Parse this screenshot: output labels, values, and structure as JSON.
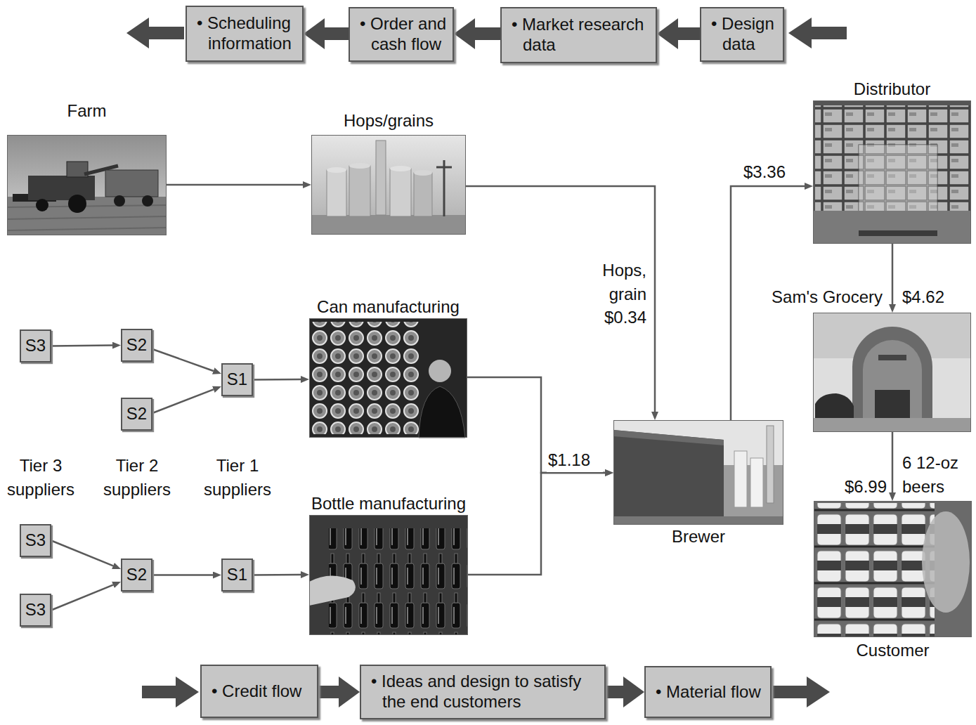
{
  "diagram": {
    "nodes": [
      {
        "text": [
          "• Scheduling information"
        ]
      },
      {
        "text": [
          "• Order and cash flow"
        ]
      },
      {
        "text": [
          "• Market research data"
        ]
      },
      {
        "text": [
          "• Design data"
        ]
      },
      {
        "text": [
          "Farm"
        ]
      },
      {
        "text": [
          "Hops/grains"
        ]
      },
      {
        "text": [
          "Distributor"
        ]
      },
      {
        "text": [
          "S3"
        ]
      },
      {
        "text": [
          "S2"
        ]
      },
      {
        "text": [
          "S2"
        ]
      },
      {
        "text": [
          "S1"
        ]
      },
      {
        "text": [
          "Can manufacturing"
        ]
      },
      {
        "text": [
          "Sam's Grocery"
        ]
      },
      {
        "text": [
          "Brewer"
        ]
      },
      {
        "text": [
          "Bottle manufacturing"
        ]
      },
      {
        "text": [
          "S3"
        ]
      },
      {
        "text": [
          "S3"
        ]
      },
      {
        "text": [
          "S2"
        ]
      },
      {
        "text": [
          "S1"
        ]
      },
      {
        "text": [
          "Customer"
        ]
      },
      {
        "text": [
          "• Credit flow"
        ]
      },
      {
        "text": [
          "• Ideas and design to satisfy the end customers"
        ]
      },
      {
        "text": [
          "• Material flow"
        ]
      }
    ],
    "edges": [
      {
        "from": 3,
        "to": 2,
        "arrow": "to"
      },
      {
        "from": 2,
        "to": 1,
        "arrow": "to"
      },
      {
        "from": 1,
        "to": 0,
        "arrow": "to"
      },
      {
        "from": 4,
        "to": 5,
        "arrow": "to"
      },
      {
        "from": 5,
        "to": 13,
        "label": "Hops, grain $0.34",
        "arrow": "to"
      },
      {
        "from": 7,
        "to": 8,
        "arrow": "to"
      },
      {
        "from": 8,
        "to": 10,
        "arrow": "to"
      },
      {
        "from": 9,
        "to": 10,
        "arrow": "to"
      },
      {
        "from": 10,
        "to": 11,
        "arrow": "to"
      },
      {
        "from": 11,
        "to": 13,
        "label": "$1.18",
        "arrow": "to"
      },
      {
        "from": 15,
        "to": 17,
        "arrow": "to"
      },
      {
        "from": 16,
        "to": 17,
        "arrow": "to"
      },
      {
        "from": 17,
        "to": 18,
        "arrow": "to"
      },
      {
        "from": 18,
        "to": 14,
        "arrow": "to"
      },
      {
        "from": 14,
        "to": 13,
        "arrow": "to"
      },
      {
        "from": 13,
        "to": 6,
        "label": "$3.36",
        "arrow": "to"
      },
      {
        "from": 6,
        "to": 12,
        "label": "$4.62",
        "arrow": "to"
      },
      {
        "from": 12,
        "to": 19,
        "label": "$6.99",
        "arrow": "to"
      },
      {
        "from": 20,
        "to": 21,
        "arrow": "to"
      },
      {
        "from": 21,
        "to": 22,
        "arrow": "to"
      }
    ],
    "labels": [
      "Tier 3 suppliers",
      "Tier 2 suppliers",
      "Tier 1 suppliers",
      "6 12-oz beers"
    ]
  }
}
